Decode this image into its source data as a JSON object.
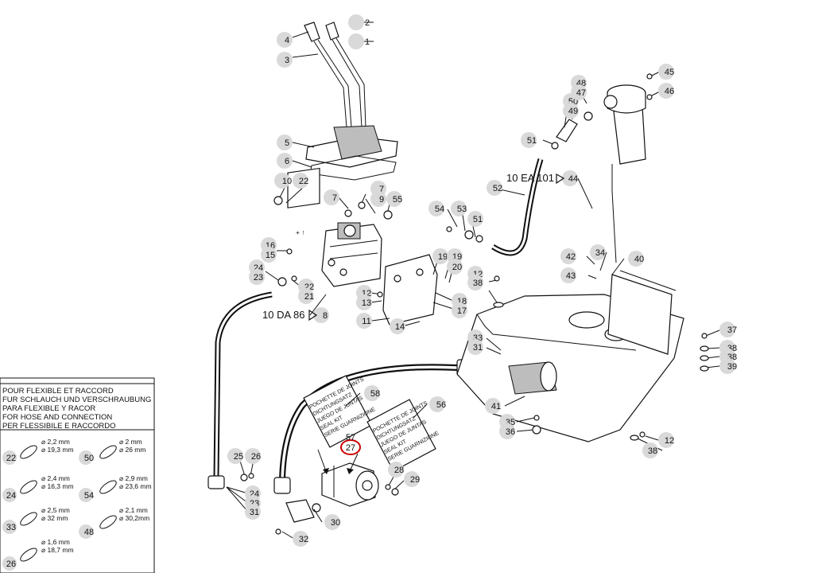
{
  "callouts": [
    {
      "id": "c2",
      "label": "2"
    },
    {
      "id": "c1",
      "label": "1"
    },
    {
      "id": "c4",
      "label": "4"
    },
    {
      "id": "c3",
      "label": "3"
    },
    {
      "id": "c5",
      "label": "5"
    },
    {
      "id": "c6",
      "label": "6"
    },
    {
      "id": "c10a",
      "label": "10"
    },
    {
      "id": "c22a",
      "label": "22"
    },
    {
      "id": "c7a",
      "label": "7"
    },
    {
      "id": "c7b",
      "label": "7"
    },
    {
      "id": "c9",
      "label": "9"
    },
    {
      "id": "c55",
      "label": "55"
    },
    {
      "id": "c16",
      "label": "16"
    },
    {
      "id": "c15",
      "label": "15"
    },
    {
      "id": "c24a",
      "label": "24"
    },
    {
      "id": "c23a",
      "label": "23"
    },
    {
      "id": "c22b",
      "label": "22"
    },
    {
      "id": "c21",
      "label": "21"
    },
    {
      "id": "c12a",
      "label": "12"
    },
    {
      "id": "c13",
      "label": "13"
    },
    {
      "id": "c11",
      "label": "11"
    },
    {
      "id": "c14",
      "label": "14"
    },
    {
      "id": "c19a",
      "label": "19"
    },
    {
      "id": "c19b",
      "label": "19"
    },
    {
      "id": "c20",
      "label": "20"
    },
    {
      "id": "c18",
      "label": "18"
    },
    {
      "id": "c17",
      "label": "17"
    },
    {
      "id": "c54",
      "label": "54"
    },
    {
      "id": "c53",
      "label": "53"
    },
    {
      "id": "c51a",
      "label": "51"
    },
    {
      "id": "c52",
      "label": "52"
    },
    {
      "id": "c51b",
      "label": "51"
    },
    {
      "id": "c50",
      "label": "50"
    },
    {
      "id": "c49",
      "label": "49"
    },
    {
      "id": "c48",
      "label": "48"
    },
    {
      "id": "c47",
      "label": "47"
    },
    {
      "id": "c45",
      "label": "45"
    },
    {
      "id": "c46",
      "label": "46"
    },
    {
      "id": "c44",
      "label": "44"
    },
    {
      "id": "c42",
      "label": "42"
    },
    {
      "id": "c34",
      "label": "34"
    },
    {
      "id": "c43",
      "label": "43"
    },
    {
      "id": "c40",
      "label": "40"
    },
    {
      "id": "c12b",
      "label": "12"
    },
    {
      "id": "c38a",
      "label": "38"
    },
    {
      "id": "c37",
      "label": "37"
    },
    {
      "id": "c38b",
      "label": "38"
    },
    {
      "id": "c38c",
      "label": "38"
    },
    {
      "id": "c39",
      "label": "39"
    },
    {
      "id": "c33",
      "label": "33"
    },
    {
      "id": "c31a",
      "label": "31"
    },
    {
      "id": "c41",
      "label": "41"
    },
    {
      "id": "c35",
      "label": "35"
    },
    {
      "id": "c36",
      "label": "36"
    },
    {
      "id": "c12c",
      "label": "12"
    },
    {
      "id": "c38d",
      "label": "38"
    },
    {
      "id": "c58",
      "label": "58"
    },
    {
      "id": "c56",
      "label": "56"
    },
    {
      "id": "c57",
      "label": "57"
    },
    {
      "id": "c27",
      "label": "27"
    },
    {
      "id": "c28",
      "label": "28"
    },
    {
      "id": "c29",
      "label": "29"
    },
    {
      "id": "c25",
      "label": "25"
    },
    {
      "id": "c26a",
      "label": "26"
    },
    {
      "id": "c24b",
      "label": "24"
    },
    {
      "id": "c23b",
      "label": "23"
    },
    {
      "id": "c31b",
      "label": "31"
    },
    {
      "id": "c30",
      "label": "30"
    },
    {
      "id": "c32",
      "label": "32"
    },
    {
      "id": "c8",
      "label": "8"
    }
  ],
  "refs": {
    "da86": "10 DA 86",
    "ea101": "10 EA 101"
  },
  "seal_kit_lines": [
    "POCHETTE DE JOINTS",
    "DICHTUNGSATZ",
    "JUEGO DE JUNTAS",
    "SEAL KIT",
    "SERIE GUARNIZIONE"
  ],
  "legend": {
    "title_lines": [
      "POUR FLEXIBLE ET RACCORD",
      "FUR SCHLAUCH UND VERSCHRAUBUNG",
      "PARA FLEXIBLE Y RACOR",
      "FOR HOSE AND CONNECTION",
      "PER FLESSIBILE E RACCORDO"
    ],
    "items": [
      {
        "num": "22",
        "d1": "⌀ 2,2 mm",
        "d2": "⌀ 19,3 mm"
      },
      {
        "num": "50",
        "d1": "⌀ 2 mm",
        "d2": "⌀ 26 mm"
      },
      {
        "num": "24",
        "d1": "⌀ 2,4 mm",
        "d2": "⌀ 16,3 mm"
      },
      {
        "num": "54",
        "d1": "⌀ 2,9 mm",
        "d2": "⌀ 23,6 mm"
      },
      {
        "num": "33",
        "d1": "⌀ 2,5 mm",
        "d2": "⌀ 32 mm"
      },
      {
        "num": "48",
        "d1": "⌀ 2,1 mm",
        "d2": "⌀ 30,2mm"
      },
      {
        "num": "26",
        "d1": "⌀ 1,6 mm",
        "d2": "⌀ 18,7 mm"
      }
    ]
  }
}
